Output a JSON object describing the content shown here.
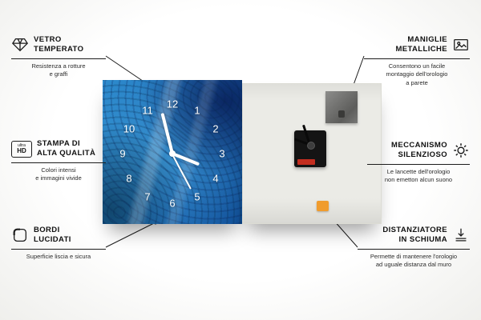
{
  "colors": {
    "line": "#1c1c1c",
    "panel_blue": "#1b67b4",
    "back_grey": "#ebebe6",
    "spacer_orange": "#f09c2e"
  },
  "clock": {
    "numbers": [
      "1",
      "2",
      "3",
      "4",
      "5",
      "6",
      "7",
      "8",
      "9",
      "10",
      "11",
      "12"
    ]
  },
  "callouts": {
    "vetro": {
      "title": "VETRO\nTEMPERATO",
      "subtitle": "Resistenza a rotture\ne graffi"
    },
    "stampa": {
      "title": "STAMPA DI\nALTA QUALITÀ",
      "subtitle": "Colori intensi\ne immagini vivide",
      "icon_text_top": "ultra",
      "icon_text_bottom": "HD"
    },
    "bordi": {
      "title": "BORDI\nLUCIDATI",
      "subtitle": "Superficie liscia e sicura"
    },
    "maniglie": {
      "title": "MANIGLIE\nMETALLICHE",
      "subtitle": "Consentono un facile\nmontaggio dell'orologio\na parete"
    },
    "meccanismo": {
      "title": "MECCANISMO\nSILENZIOSO",
      "subtitle": "Le lancette dell'orologio\nnon emetton alcun suono"
    },
    "distanziatore": {
      "title": "DISTANZIATORE\nIN SCHIUMA",
      "subtitle": "Permette di mantenere l'orologio\nad uguale distanza dal muro"
    }
  }
}
